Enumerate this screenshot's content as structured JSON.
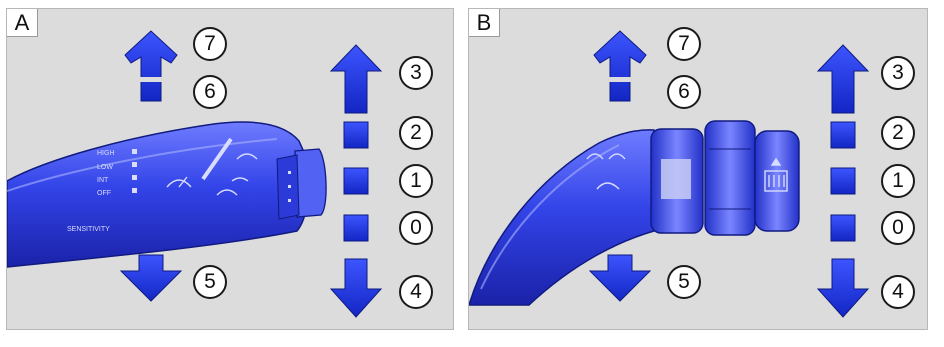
{
  "panels": [
    {
      "letter": "A",
      "markers": [
        "7",
        "6",
        "3",
        "2",
        "1",
        "0",
        "5",
        "4"
      ]
    },
    {
      "letter": "B",
      "markers": [
        "7",
        "6",
        "3",
        "2",
        "1",
        "0",
        "5",
        "4"
      ]
    }
  ],
  "colors": {
    "arrow": "#1d36e0",
    "stalk": "#3344e8",
    "background": "#dcdcdc"
  },
  "icons": [
    "up-arrow-icon",
    "down-arrow-icon",
    "position-square-icon",
    "wiper-symbol-icon",
    "rear-wiper-icon"
  ]
}
